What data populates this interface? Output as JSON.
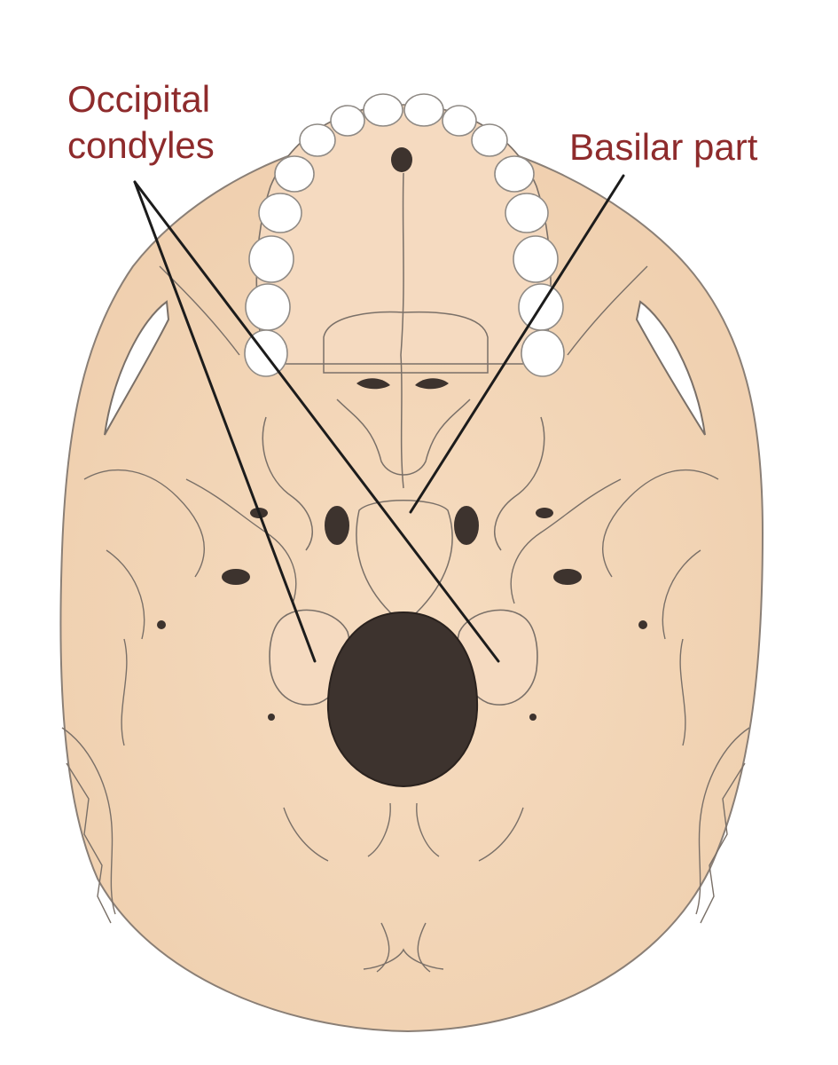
{
  "labels": {
    "occipital_condyles": [
      "Occipital",
      "condyles"
    ],
    "basilar_part": "Basilar part"
  },
  "colors": {
    "label_text": "#8e2b2c",
    "bone_fill": "#f3d6b8",
    "bone_outline": "#7a7068",
    "foramen_fill": "#3d332e",
    "teeth_fill": "#ffffff",
    "leader_line": "#1c1c1c"
  }
}
